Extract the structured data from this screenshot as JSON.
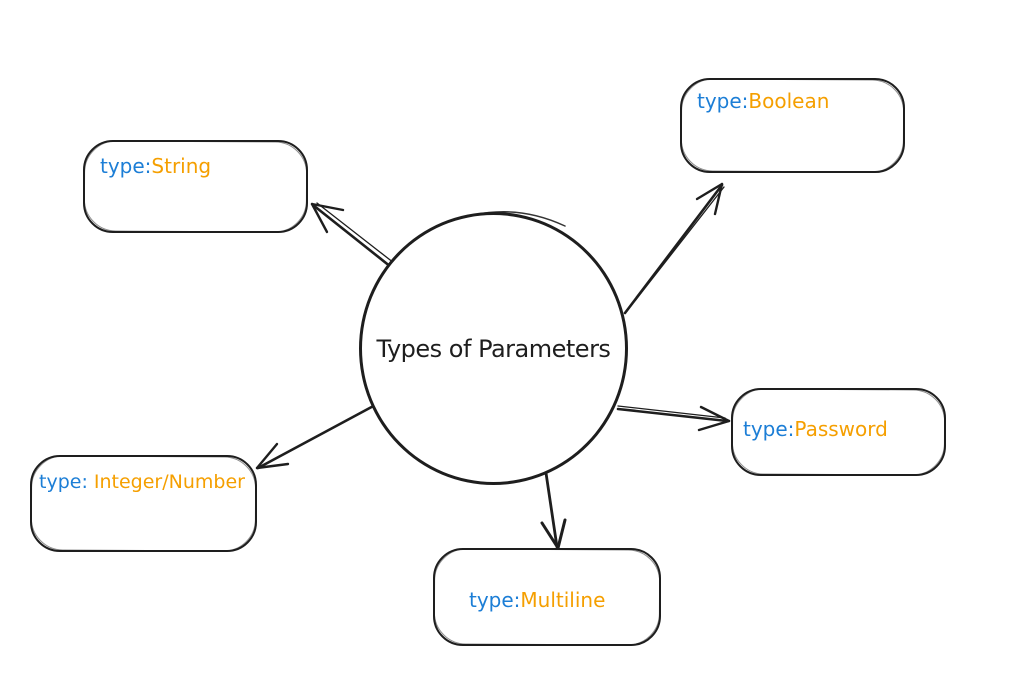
{
  "colors": {
    "stroke": "#1e1e1e",
    "type_prefix": "#1c7ed6",
    "type_value": "#f59f00",
    "background": "#ffffff"
  },
  "center": {
    "label": "Types of Parameters"
  },
  "nodes": [
    {
      "id": "string",
      "prefix": "type:",
      "value": "String"
    },
    {
      "id": "boolean",
      "prefix": "type:",
      "value": "Boolean"
    },
    {
      "id": "password",
      "prefix": "type:",
      "value": "Password"
    },
    {
      "id": "integer",
      "prefix": "type: ",
      "value": "Integer/Number"
    },
    {
      "id": "multiline",
      "prefix": "type:",
      "value": "Multiline"
    }
  ],
  "edges": [
    {
      "from": "center",
      "to": "string"
    },
    {
      "from": "center",
      "to": "boolean"
    },
    {
      "from": "center",
      "to": "password"
    },
    {
      "from": "center",
      "to": "integer"
    },
    {
      "from": "center",
      "to": "multiline"
    }
  ]
}
